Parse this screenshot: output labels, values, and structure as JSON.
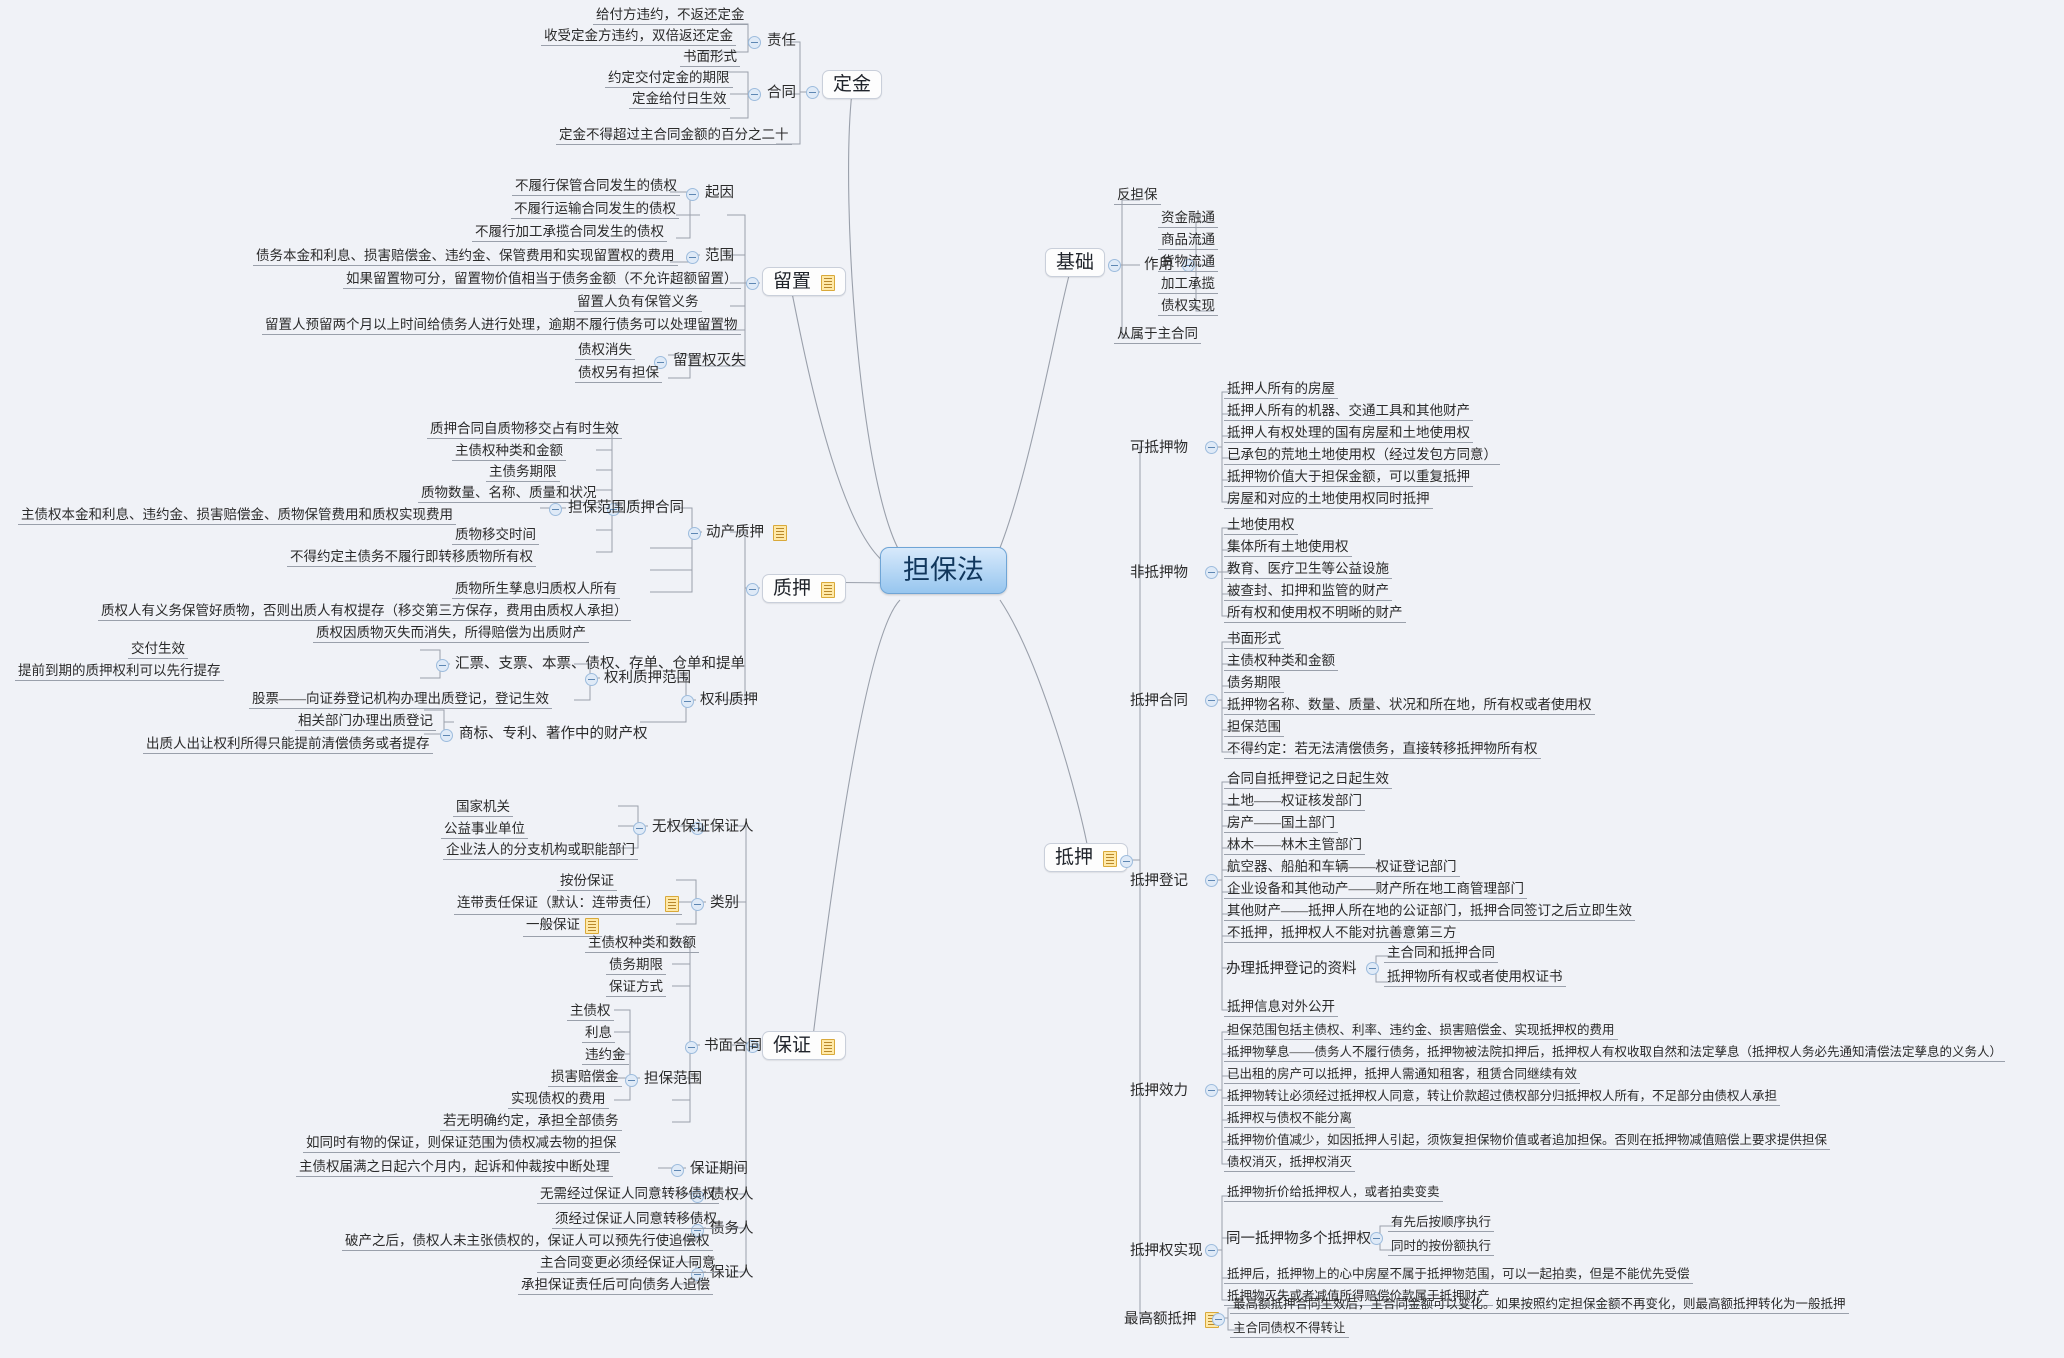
{
  "root": {
    "label": "担保法"
  },
  "colors": {
    "central_fill": "#97c6ef",
    "central_border": "#6fa5d6",
    "leaf_rule": "#9aa0ab",
    "note": "#ffe9a8",
    "background": "#f0f2f7"
  },
  "branches": {
    "dingjin": {
      "label": "定金",
      "groups": {
        "zeren": {
          "label": "责任",
          "items": [
            "给付方违约，不返还定金",
            "收受定金方违约，双倍返还定金"
          ]
        },
        "hetong": {
          "label": "合同",
          "items": [
            "书面形式",
            "约定交付定金的期限",
            "定金给付日生效"
          ]
        }
      },
      "items": [
        "定金不得超过主合同金额的百分之二十"
      ]
    },
    "liuzhi": {
      "label": "留置",
      "groups": {
        "qiyin": {
          "label": "起因",
          "items": [
            "不履行保管合同发生的债权",
            "不履行运输合同发生的债权",
            "不履行加工承揽合同发生的债权"
          ]
        },
        "fanwei": {
          "label": "范围",
          "items": [
            "债务本金和利息、损害赔偿金、违约金、保管费用和实现留置权的费用"
          ]
        },
        "miewei": {
          "label": "留置权灭失",
          "items": [
            "债权消失",
            "债权另有担保"
          ]
        }
      },
      "items": [
        "如果留置物可分，留置物价值相当于债务金额（不允许超额留置）",
        "留置人负有保管义务",
        "留置人预留两个月以上时间给债务人进行处理，逾期不履行债务可以处理留置物"
      ]
    },
    "zhiya": {
      "label": "质押",
      "dongchan": {
        "label": "动产质押",
        "hetong": {
          "label": "质押合同",
          "items_top": [
            "质押合同自质物移交占有时生效",
            "主债权种类和金额",
            "主债务期限",
            "质物数量、名称、质量和状况"
          ],
          "danbao": {
            "label": "担保范围",
            "items": [
              "主债权本金和利息、违约金、损害赔偿金、质物保管费用和质权实现费用"
            ]
          },
          "items_bottom": [
            "质物移交时间",
            "不得约定主债务不履行即转移质物所有权"
          ]
        },
        "items": [
          "质物所生孳息归质权人所有",
          "质权人有义务保管好质物，否则出质人有权提存（移交第三方保存，费用由质权人承担）",
          "质权因质物灭失而消失，所得赔偿为出质财产"
        ]
      },
      "quanli": {
        "label": "权利质押",
        "fanwei": {
          "label": "权利质押范围",
          "groups": {
            "piaoju": {
              "label": "汇票、支票、本票、债权、存单、仓单和提单",
              "items": [
                "交付生效",
                "提前到期的质押权利可以先行提存"
              ]
            }
          },
          "items": [
            "股票——向证券登记机构办理出质登记，登记生效"
          ]
        },
        "shangbiao": {
          "label": "商标、专利、著作中的财产权",
          "items": [
            "相关部门办理出质登记",
            "出质人出让权利所得只能提前清偿债务或者提存"
          ]
        }
      }
    },
    "baozheng": {
      "label": "保证",
      "baozhengren": {
        "label": "保证人",
        "wuquan": {
          "label": "无权保证",
          "items": [
            "国家机关",
            "公益事业单位",
            "企业法人的分支机构或职能部门"
          ]
        }
      },
      "leibie": {
        "label": "类别",
        "items": [
          "按份保证",
          "连带责任保证（默认：连带责任）",
          "一般保证"
        ]
      },
      "shumian": {
        "label": "书面合同",
        "items_top": [
          "主债权种类和数额",
          "债务期限",
          "保证方式"
        ],
        "danbao": {
          "label": "担保范围",
          "items": [
            "主债权",
            "利息",
            "违约金",
            "损害赔偿金",
            "实现债权的费用"
          ]
        },
        "items_bottom": [
          "若无明确约定，承担全部债务",
          "如同时有物的保证，则保证范围为债权减去物的担保"
        ]
      },
      "qijian": {
        "label": "保证期间",
        "items": [
          "主债权届满之日起六个月内，起诉和仲裁按中断处理"
        ]
      },
      "zhaiquanren": {
        "label": "债权人",
        "items": [
          "无需经过保证人同意转移债权"
        ]
      },
      "zhaiwuren": {
        "label": "债务人",
        "items": [
          "须经过保证人同意转移债权",
          "破产之后，债权人未主张债权的，保证人可以预先行使追偿权"
        ]
      },
      "bzr2": {
        "label": "保证人",
        "items": [
          "主合同变更必须经保证人同意",
          "承担保证责任后可向债务人追偿"
        ]
      }
    },
    "jichu": {
      "label": "基础",
      "items_top": [
        "反担保"
      ],
      "zuoyong": {
        "label": "作用",
        "items": [
          "资金融通",
          "商品流通",
          "货物流通",
          "加工承揽",
          "债权实现"
        ]
      },
      "items_bottom": [
        "从属于主合同"
      ]
    },
    "diya": {
      "label": "抵押",
      "ke": {
        "label": "可抵押物",
        "items": [
          "抵押人所有的房屋",
          "抵押人所有的机器、交通工具和其他财产",
          "抵押人有权处理的国有房屋和土地使用权",
          "已承包的荒地土地使用权（经过发包方同意）",
          "抵押物价值大于担保金额，可以重复抵押",
          "房屋和对应的土地使用权同时抵押"
        ]
      },
      "fei": {
        "label": "非抵押物",
        "items": [
          "土地使用权",
          "集体所有土地使用权",
          "教育、医疗卫生等公益设施",
          "被查封、扣押和监管的财产",
          "所有权和使用权不明晰的财产"
        ]
      },
      "hetong": {
        "label": "抵押合同",
        "items": [
          "书面形式",
          "主债权种类和金额",
          "债务期限",
          "抵押物名称、数量、质量、状况和所在地，所有权或者使用权",
          "担保范围",
          "不得约定：若无法清偿债务，直接转移抵押物所有权"
        ]
      },
      "dengji": {
        "label": "抵押登记",
        "items_top": [
          "合同自抵押登记之日起生效",
          "土地——权证核发部门",
          "房产——国土部门",
          "林木——林木主管部门",
          "航空器、船舶和车辆——权证登记部门",
          "企业设备和其他动产——财产所在地工商管理部门",
          "其他财产——抵押人所在地的公证部门，抵押合同签订之后立即生效",
          "不抵押，抵押权人不能对抗善意第三方"
        ],
        "ziliao": {
          "label": "办理抵押登记的资料",
          "items": [
            "主合同和抵押合同",
            "抵押物所有权或者使用权证书"
          ]
        },
        "items_bottom": [
          "抵押信息对外公开"
        ]
      },
      "xiaoli": {
        "label": "抵押效力",
        "items": [
          "担保范围包括主债权、利率、违约金、损害赔偿金、实现抵押权的费用",
          "抵押物孳息——债务人不履行债务，抵押物被法院扣押后，抵押权人有权收取自然和法定孳息（抵押权人务必先通知清偿法定孳息的义务人）",
          "已出租的房产可以抵押，抵押人需通知租客，租赁合同继续有效",
          "抵押物转让必须经过抵押权人同意，转让价款超过债权部分归抵押权人所有，不足部分由债权人承担",
          "抵押权与债权不能分离",
          "抵押物价值减少，如因抵押人引起，须恢复担保物价值或者追加担保。否则在抵押物减值赔偿上要求提供担保",
          "债权消灭，抵押权消灭"
        ]
      },
      "shixian": {
        "label": "抵押权实现",
        "items_top": [
          "抵押物折价给抵押权人，或者拍卖变卖"
        ],
        "duoge": {
          "label": "同一抵押物多个抵押权",
          "items": [
            "有先后按顺序执行",
            "同时的按份额执行"
          ]
        },
        "items_bottom": [
          "抵押后，抵押物上的心中房屋不属于抵押物范围，可以一起拍卖，但是不能优先受偿",
          "抵押物灭失或者减值所得赔偿价款属于抵押财产"
        ]
      },
      "zuigao": {
        "label": "最高额抵押",
        "items": [
          "最高额抵押合同生效后，主合同金额可以变化。如果按照约定担保金额不再变化，则最高额抵押转化为一般抵押",
          "主合同债权不得转让"
        ]
      }
    }
  }
}
